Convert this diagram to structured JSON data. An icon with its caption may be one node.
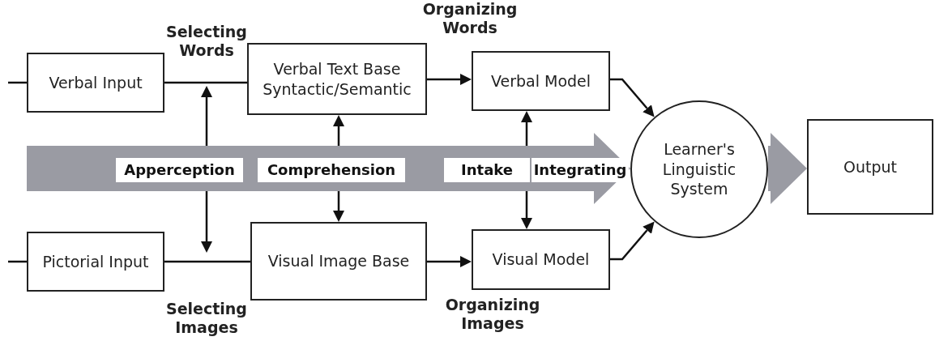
{
  "diagram": {
    "nodes": [
      {
        "text": [
          "Verbal Input"
        ]
      },
      {
        "text": [
          "Verbal Text Base Syntactic/Semantic"
        ]
      },
      {
        "text": [
          "Verbal Model"
        ]
      },
      {
        "text": [
          "Pictorial Input"
        ]
      },
      {
        "text": [
          "Visual Image Base"
        ]
      },
      {
        "text": [
          "Visual Model"
        ]
      },
      {
        "text": [
          "Learner's Linguistic System"
        ]
      },
      {
        "text": [
          "Output"
        ]
      },
      {
        "text": [
          "Apperception"
        ]
      },
      {
        "text": [
          "Comprehension"
        ]
      },
      {
        "text": [
          "Intake"
        ]
      },
      {
        "text": [
          "Integrating"
        ]
      }
    ],
    "edges": [
      {
        "from": null,
        "to": 0,
        "arrow": "none"
      },
      {
        "from": 0,
        "to": 1,
        "arrow": "none"
      },
      {
        "from": 1,
        "to": 2,
        "arrow": "to"
      },
      {
        "from": 2,
        "to": 6,
        "arrow": "to"
      },
      {
        "from": null,
        "to": 3,
        "arrow": "none"
      },
      {
        "from": 3,
        "to": 4,
        "arrow": "none"
      },
      {
        "from": 4,
        "to": 5,
        "arrow": "to"
      },
      {
        "from": 5,
        "to": 6,
        "arrow": "to"
      },
      {
        "from": 8,
        "to": null,
        "arrow": "to"
      },
      {
        "from": 8,
        "to": null,
        "arrow": "to"
      },
      {
        "from": 9,
        "to": 1,
        "arrow": "to"
      },
      {
        "from": 9,
        "to": 4,
        "arrow": "to"
      },
      {
        "from": 10,
        "to": 2,
        "arrow": "to"
      },
      {
        "from": 10,
        "to": 5,
        "arrow": "to"
      },
      {
        "from": null,
        "to": 6,
        "arrow": "to",
        "style": "thick",
        "color": "#9a9ba3"
      },
      {
        "from": 6,
        "to": 7,
        "arrow": "to",
        "style": "thick",
        "color": "#9a9ba3"
      }
    ],
    "labels": [
      "Selecting Words",
      "Organizing Words",
      "Selecting Images",
      "Organizing Images"
    ]
  }
}
